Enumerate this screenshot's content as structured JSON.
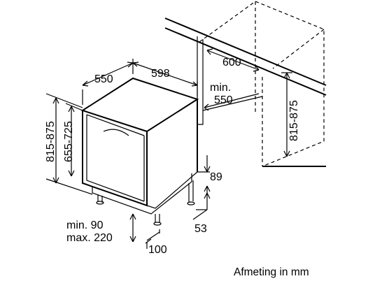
{
  "dimensions": {
    "depth": "550",
    "width": "598",
    "niche_width": "600",
    "niche_depth_line1": "min.",
    "niche_depth_line2": "550",
    "niche_height": "815-875",
    "height_total": "815-875",
    "height_appliance": "655-725",
    "plinth_gap": "89",
    "foot_offset": "53",
    "foot_gap": "100",
    "plinth_height_min": "min. 90",
    "plinth_height_max": "max. 220"
  },
  "footer": {
    "units_note": "Afmeting in mm"
  }
}
